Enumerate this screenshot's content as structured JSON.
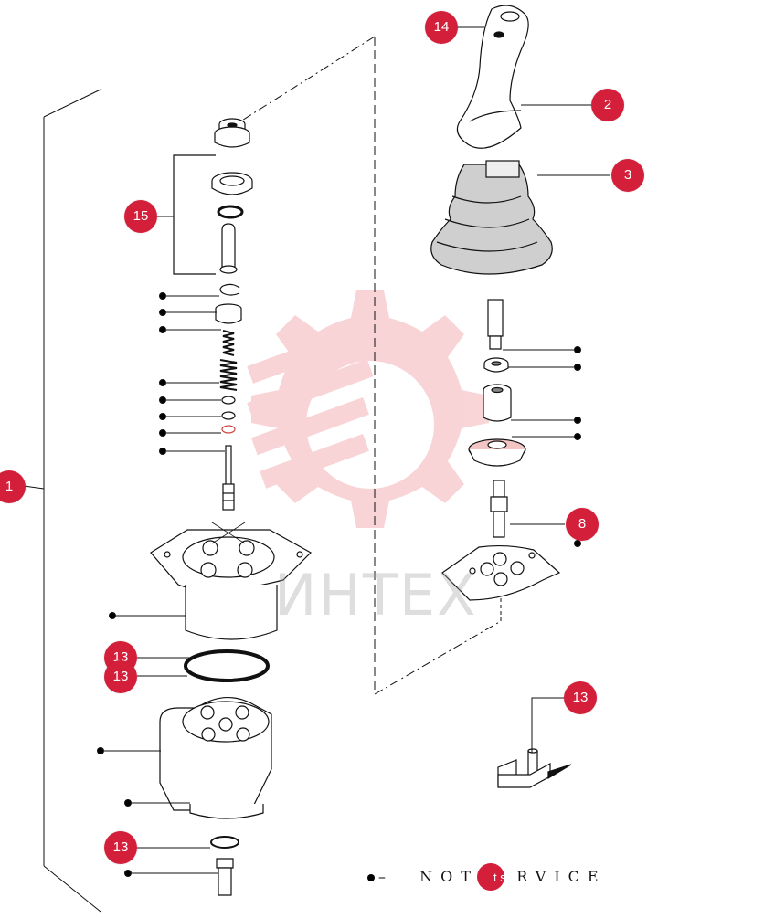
{
  "diagram": {
    "watermark": {
      "text": "ИНТЕХ",
      "color": "#e8404f"
    },
    "accent_color": "#d31f3a",
    "callouts": [
      {
        "id": "c1",
        "label": "1"
      },
      {
        "id": "c2",
        "label": "2"
      },
      {
        "id": "c3",
        "label": "3"
      },
      {
        "id": "c8",
        "label": "8"
      },
      {
        "id": "c13a",
        "label": "13"
      },
      {
        "id": "c13b",
        "label": "13"
      },
      {
        "id": "c13c",
        "label": "13"
      },
      {
        "id": "c13d",
        "label": "13"
      },
      {
        "id": "c14",
        "label": "14"
      },
      {
        "id": "c15",
        "label": "15"
      }
    ],
    "legend": {
      "prefix": "–",
      "text": "NOT",
      "suffix": "RVICE",
      "marker_text": "t ser"
    }
  }
}
